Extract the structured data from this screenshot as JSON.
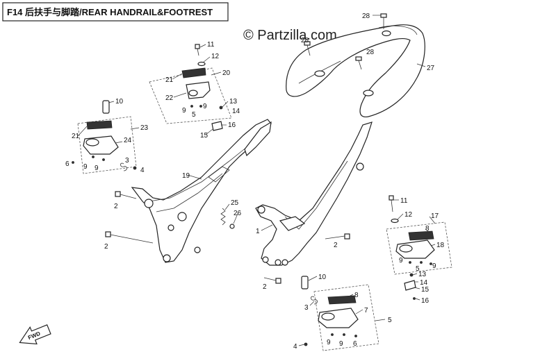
{
  "title": "F14  后扶手与脚踏/REAR HANDRAIL&FOOTREST",
  "watermark": "© Partzilla.com",
  "fwd_label": "FWD",
  "callouts": {
    "c28a": "28",
    "c28b": "28",
    "c28c": "28",
    "c27": "27",
    "c11a": "11",
    "c12a": "12",
    "c20": "20",
    "c21a": "21",
    "c22": "22",
    "c9a": "9",
    "c5a": "5",
    "c9b": "9",
    "c13a": "13",
    "c14a": "14",
    "c16a": "16",
    "c15a": "15",
    "c10a": "10",
    "c23": "23",
    "c21b": "21",
    "c24": "24",
    "c6a": "6",
    "c9c": "9",
    "c9d": "9",
    "c3a": "3",
    "c4a": "4",
    "c19": "19",
    "c2a": "2",
    "c2b": "2",
    "c25": "25",
    "c26": "26",
    "c1": "1",
    "c2c": "2",
    "c2d": "2",
    "c11b": "11",
    "c12b": "12",
    "c17": "17",
    "c8a": "8",
    "c18": "18",
    "c9e": "9",
    "c5b": "5",
    "c9f": "9",
    "c13b": "13",
    "c14b": "14",
    "c15b": "15",
    "c16b": "16",
    "c10b": "10",
    "c8b": "8",
    "c3b": "3",
    "c7": "7",
    "c5c": "5",
    "c4b": "4",
    "c9g": "9",
    "c9h": "9",
    "c6b": "6"
  }
}
